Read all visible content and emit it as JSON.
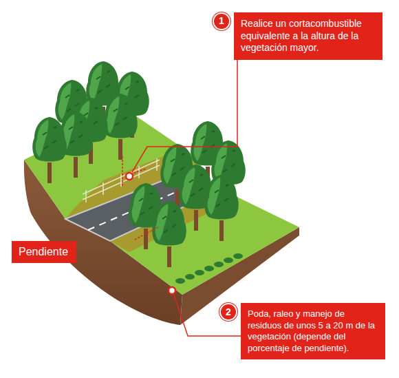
{
  "diagram": {
    "nodes": [
      {
        "text": [
          "Realice un cortacombustible equivalente a la altura de la vegetación mayor."
        ]
      },
      {
        "text": [
          "1"
        ],
        "in": 0
      },
      {
        "text": [
          "Poda, raleo y manejo de residuos de unos 5 a 20 m de la vegetación (depende del porcentaje de pendiente)."
        ]
      },
      {
        "text": [
          "2"
        ],
        "in": 2
      },
      {
        "text": [
          "Pendiente"
        ]
      }
    ]
  }
}
